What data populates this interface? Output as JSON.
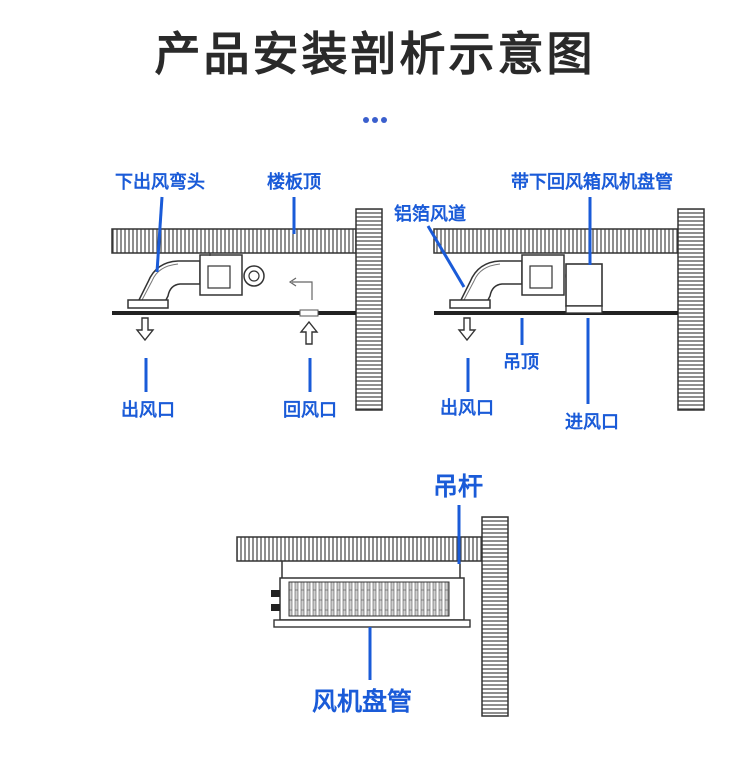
{
  "title": "产品安装剖析示意图",
  "colors": {
    "title": "#2a2a2a",
    "label": "#1a5bd8",
    "line": "#1a5bd8",
    "structure": "#333333"
  },
  "left_diagram": {
    "bend_label": "下出风弯头",
    "slab_label": "楼板顶",
    "outlet_label": "出风口",
    "return_label": "回风口"
  },
  "right_diagram": {
    "unit_label": "带下回风箱风机盘管",
    "duct_label": "铝箔风道",
    "ceiling_label": "吊顶",
    "outlet_label": "出风口",
    "inlet_label": "进风口"
  },
  "bottom_diagram": {
    "rod_label": "吊杆",
    "coil_label": "风机盘管"
  }
}
